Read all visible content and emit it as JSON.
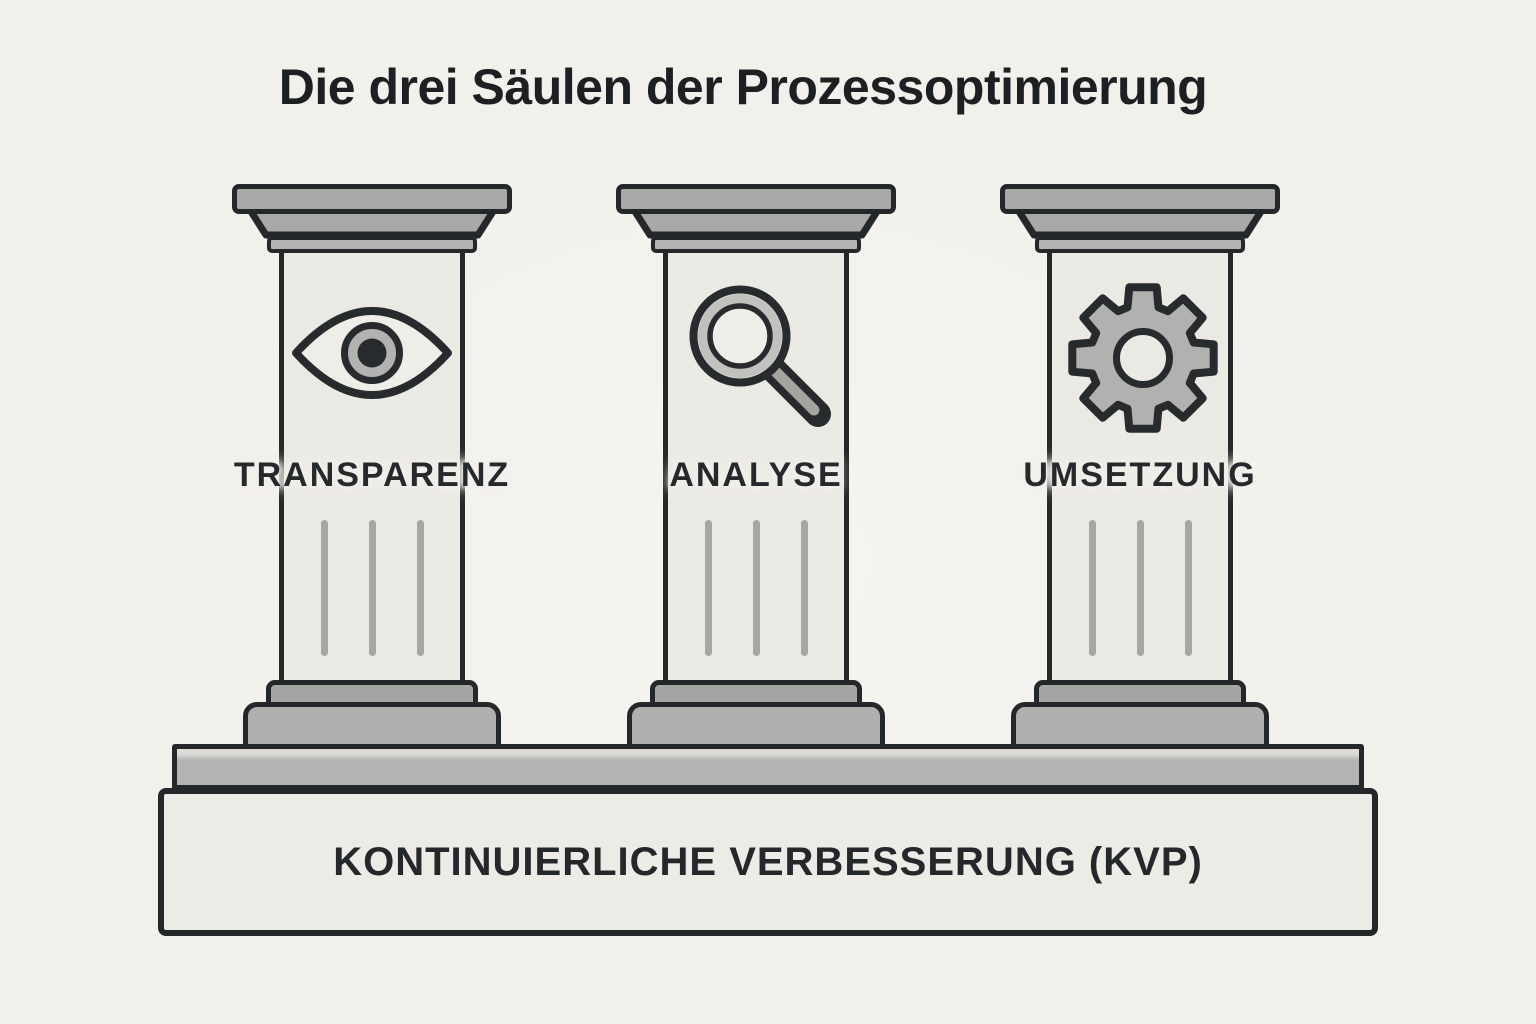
{
  "title": "Die drei Säulen der Prozessoptimierung",
  "pillars": [
    {
      "label": "TRANSPARENZ",
      "icon": "eye-icon"
    },
    {
      "label": "ANALYSE",
      "icon": "magnifier-icon"
    },
    {
      "label": "UMSETZUNG",
      "icon": "gear-icon"
    }
  ],
  "foundation": {
    "label": "KONTINUIERLICHE VERBESSERUNG (KVP)"
  },
  "colors": {
    "background": "#f2f0eb",
    "shaft_fill": "#ebe9e4",
    "stone_gray": "#a8a8a7",
    "stone_gray_light": "#b4b4b3",
    "outline_dark": "#24282b",
    "text_dark": "#1d2023"
  }
}
